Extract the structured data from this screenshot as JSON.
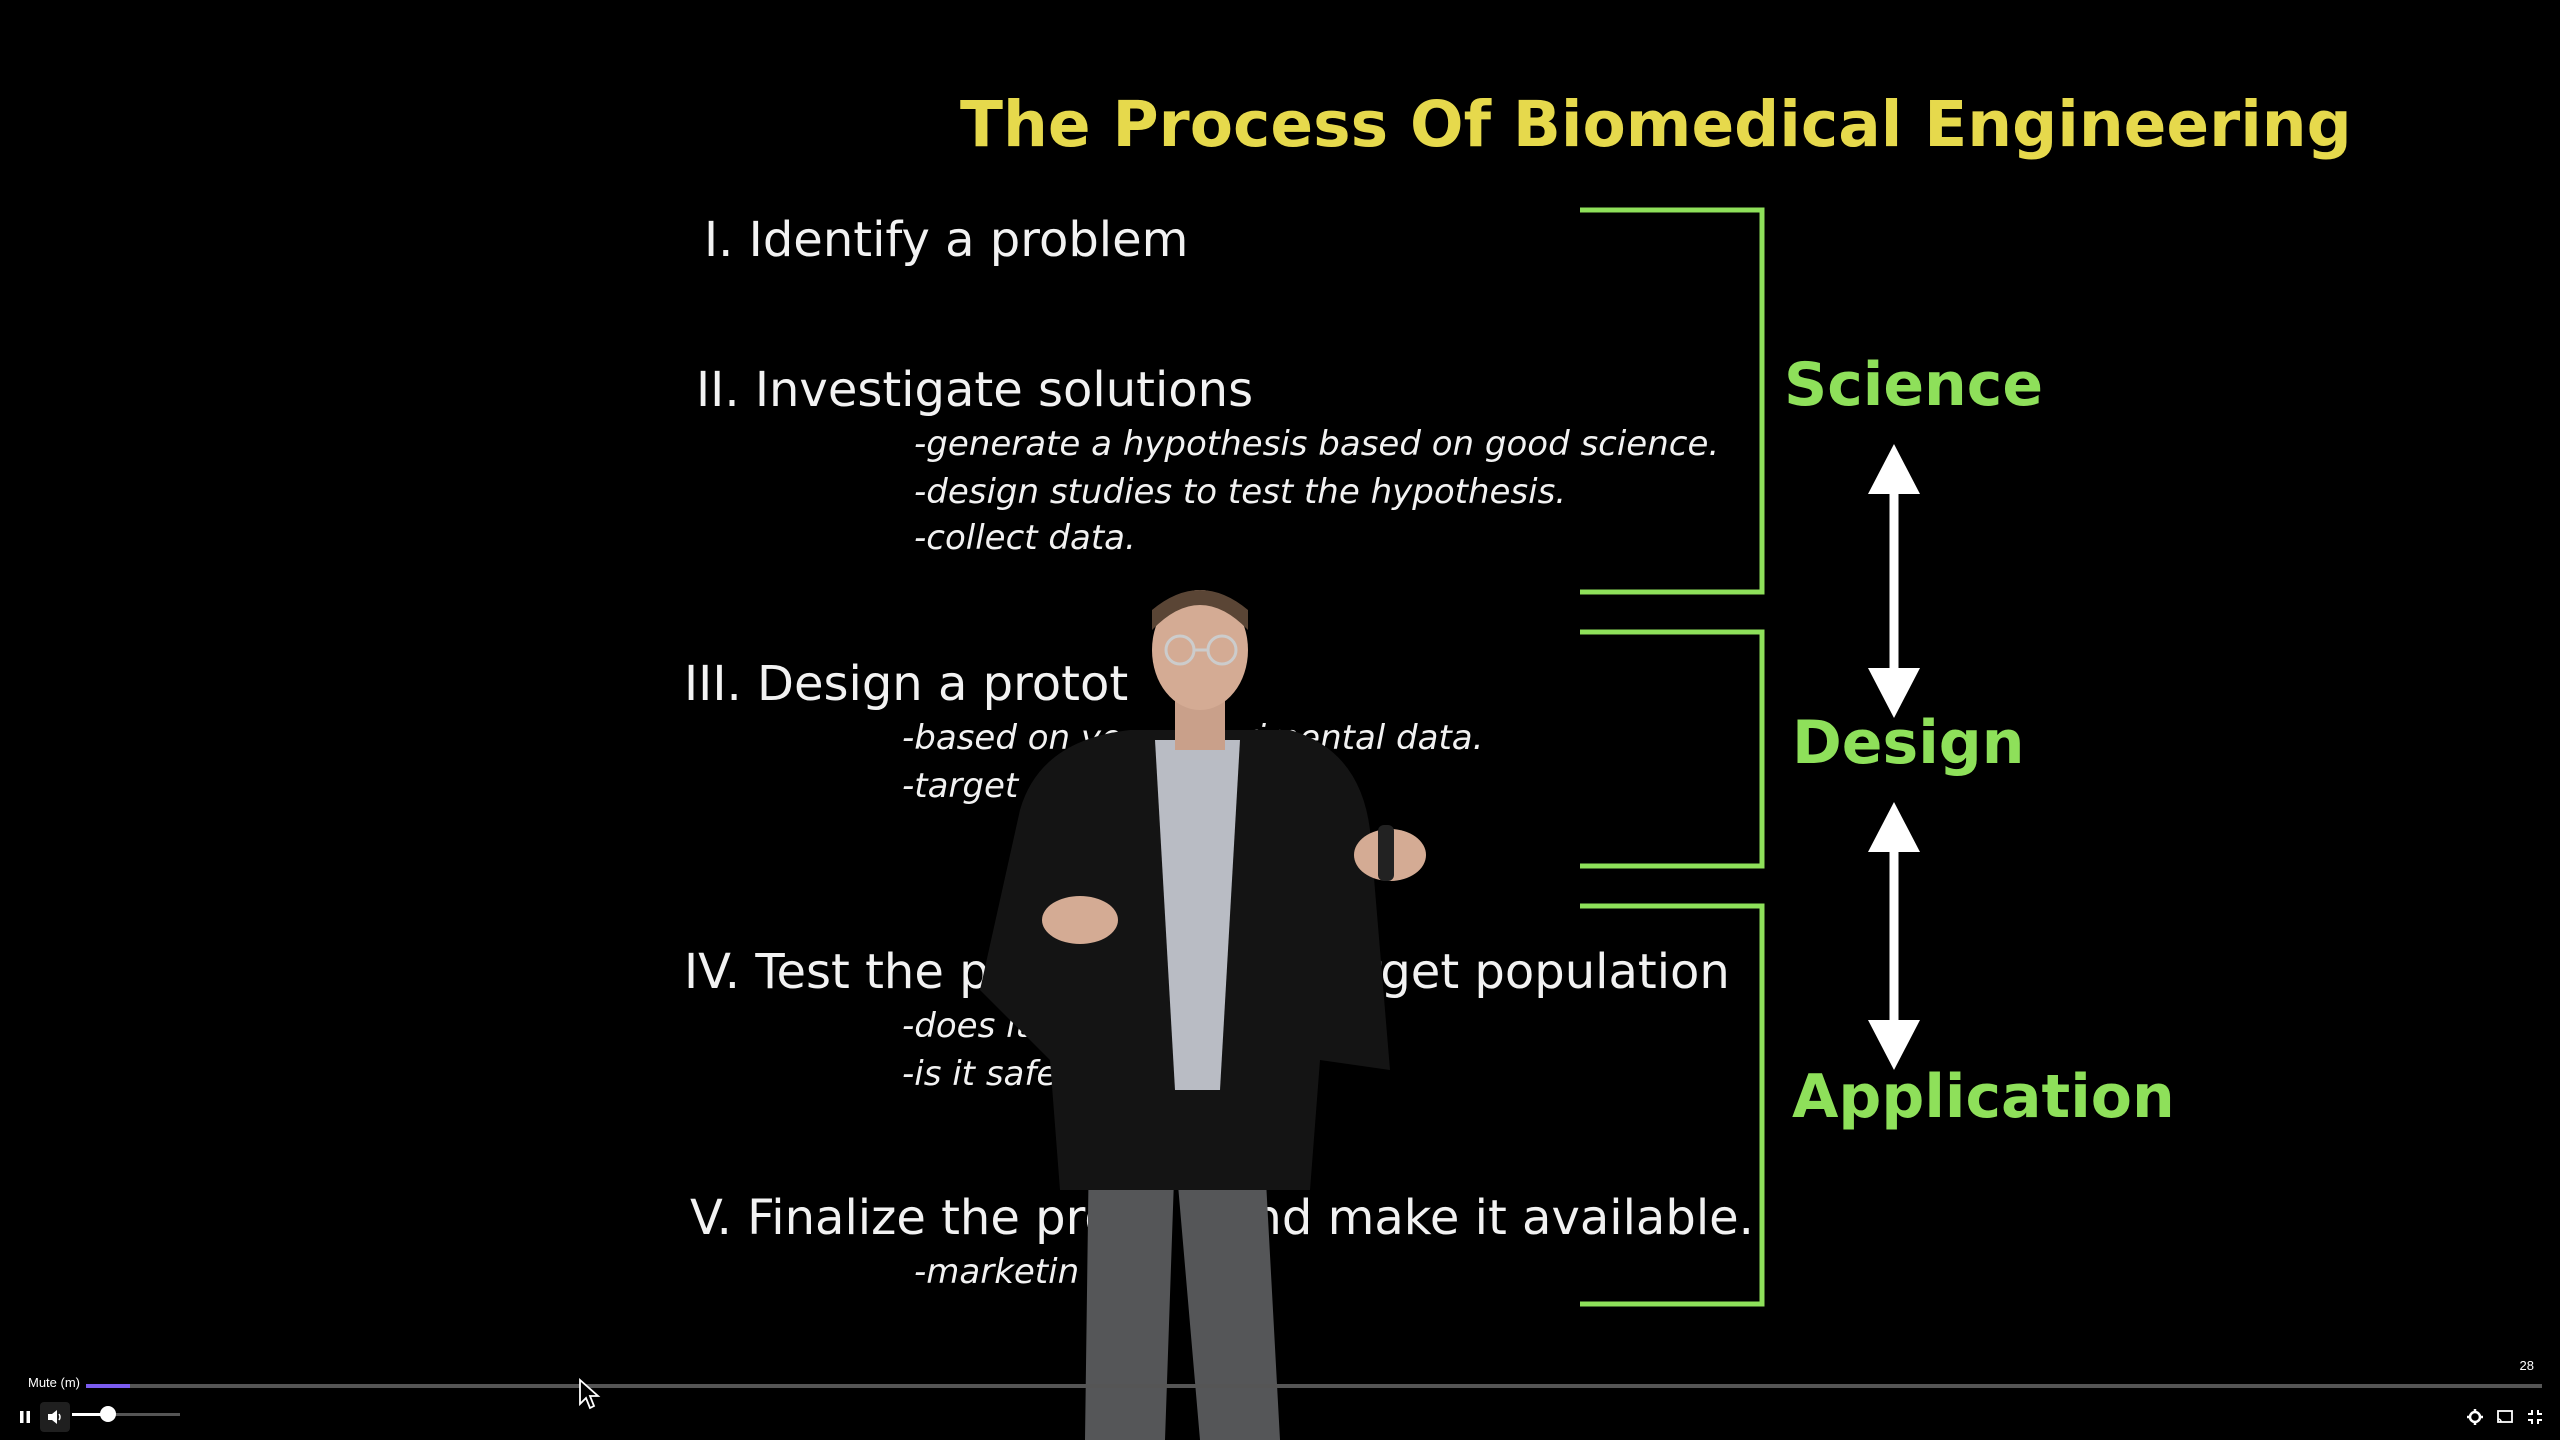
{
  "slide": {
    "title": "The Process Of Biomedical Engineering",
    "steps": [
      {
        "label": "I. Identify a problem",
        "subs": []
      },
      {
        "label": "II. Investigate solutions",
        "subs": [
          "-generate a hypothesis based on good science.",
          "-design studies to test the hypothesis.",
          "-collect data."
        ]
      },
      {
        "label": "III. Design a protot",
        "subs": [
          "-based on yo",
          "xperimental data.",
          "-target"
        ]
      },
      {
        "label": "IV. Test the pro",
        "label_right": "he target population",
        "subs": [
          "-does it v",
          ").",
          "-is it safe"
        ]
      },
      {
        "label": "V. Finalize the pro",
        "label_right": "and make it available.",
        "subs": [
          "-marketin"
        ]
      }
    ],
    "phases": [
      "Science",
      "Design",
      "Application"
    ]
  },
  "player": {
    "tooltip": "Mute (m)",
    "time_label": "28",
    "progress": 0.018,
    "volume": 0.33,
    "icons": {
      "play_pause": "pause-icon",
      "volume": "volume-icon",
      "settings": "gear-icon",
      "cast": "cast-icon",
      "fullscreen": "exit-fullscreen-icon"
    }
  },
  "colors": {
    "title": "#e6d94c",
    "phase": "#8ee05a",
    "bracket": "#8ee05a",
    "text": "#f2f2f2",
    "progress": "#7b5cf0"
  }
}
